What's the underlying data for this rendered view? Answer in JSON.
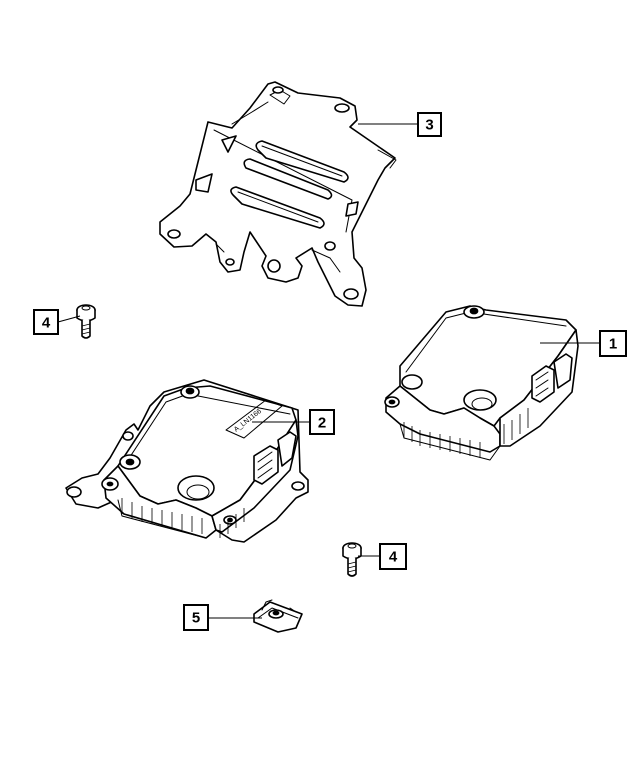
{
  "callouts": [
    {
      "id": "part-1",
      "label": "1"
    },
    {
      "id": "part-2",
      "label": "2"
    },
    {
      "id": "part-3",
      "label": "3"
    },
    {
      "id": "part-4-left",
      "label": "4"
    },
    {
      "id": "part-4-right",
      "label": "4"
    },
    {
      "id": "part-5",
      "label": "5"
    }
  ],
  "module_label": "A_LN1166"
}
